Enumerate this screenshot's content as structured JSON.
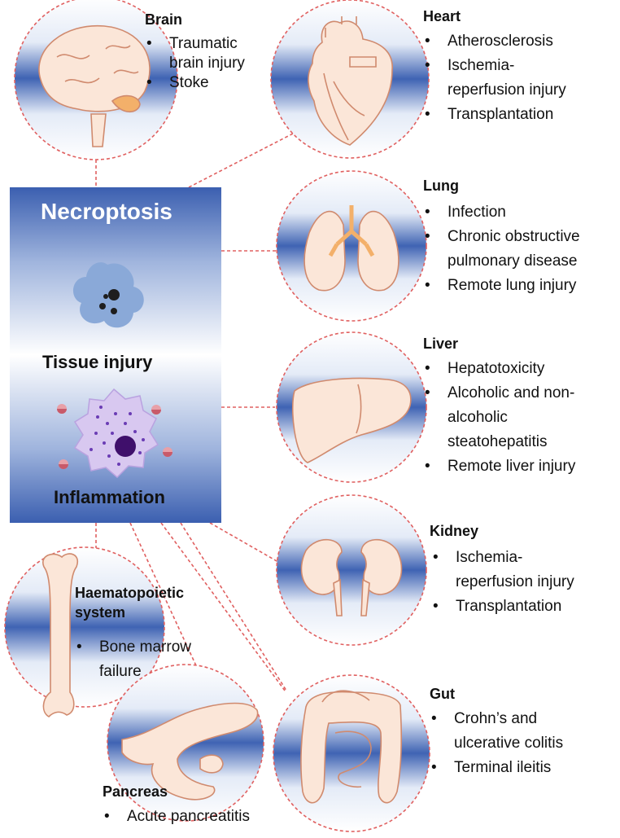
{
  "title": "Necroptosis",
  "tissue_injury_label": "Tissue injury",
  "inflammation_label": "Inflammation",
  "colors": {
    "blue": "#3b5fb0",
    "dash": "#e06060",
    "organ_fill": "#fbe6d8",
    "organ_line": "#d08a6e"
  },
  "organs": {
    "brain": {
      "name": "Brain",
      "icon": "brain-icon",
      "items": [
        "Traumatic",
        "brain injury",
        "Stoke"
      ]
    },
    "heart": {
      "name": "Heart",
      "icon": "heart-icon",
      "items": [
        "Atherosclerosis",
        "Ischemia-",
        "reperfusion injury",
        "Transplantation"
      ]
    },
    "lung": {
      "name": "Lung",
      "icon": "lung-icon",
      "items": [
        "Infection",
        "Chronic obstructive",
        "pulmonary disease",
        "Remote lung injury"
      ]
    },
    "liver": {
      "name": "Liver",
      "icon": "liver-icon",
      "items": [
        "Hepatotoxicity",
        "Alcoholic and non-",
        "alcoholic",
        "steatohepatitis",
        "Remote liver injury"
      ]
    },
    "kidney": {
      "name": "Kidney",
      "icon": "kidney-icon",
      "items": [
        "Ischemia-",
        "reperfusion injury",
        "Transplantation"
      ]
    },
    "haematopoietic": {
      "name_line1": "Haematopoietic",
      "name_line2": "system",
      "icon": "bone-icon",
      "items": [
        "Bone marrow",
        "failure"
      ]
    },
    "gut": {
      "name": "Gut",
      "icon": "intestine-icon",
      "items": [
        "Crohn’s and",
        "ulcerative colitis",
        "Terminal ileitis"
      ]
    },
    "pancreas": {
      "name": "Pancreas",
      "icon": "pancreas-icon",
      "items": [
        "Acute pancreatitis"
      ]
    }
  }
}
